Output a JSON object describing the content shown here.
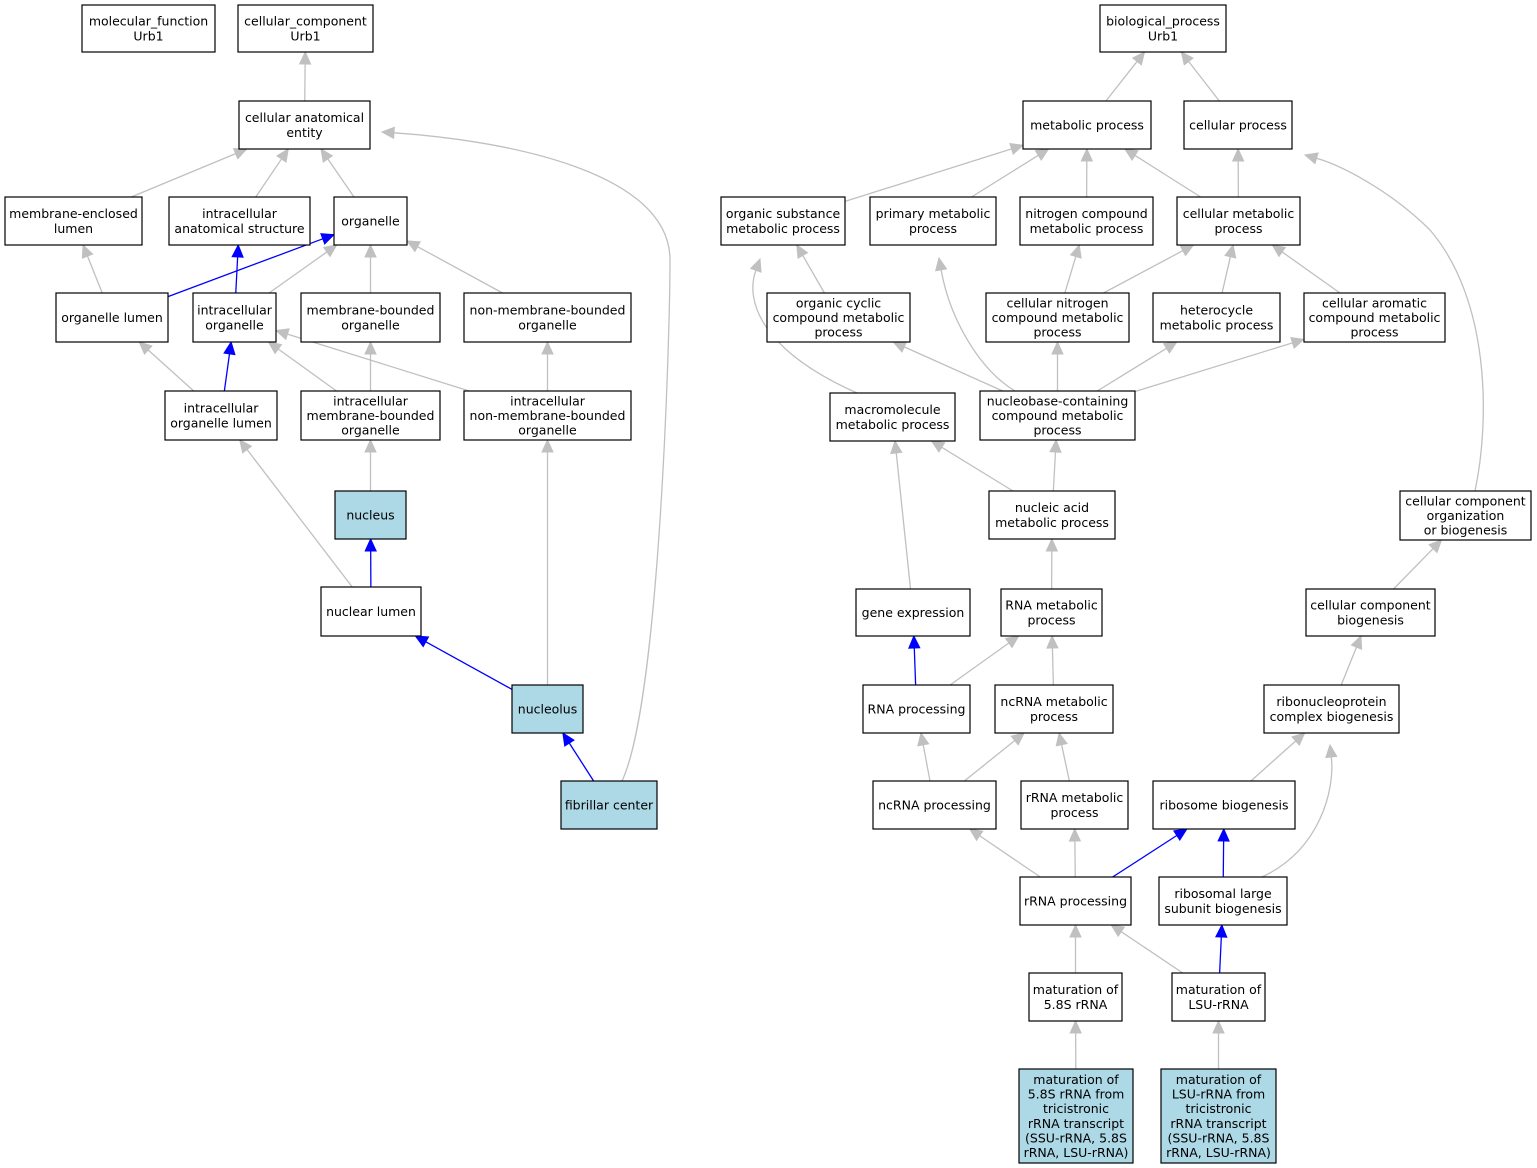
{
  "colors": {
    "node_fill": "#ffffff",
    "highlight_fill": "#add8e6",
    "edge_gray": "#c0c0c0",
    "edge_blue": "#0000ff",
    "border": "#000000"
  },
  "nodes": [
    {
      "id": "mf_root",
      "lines": [
        "molecular_function",
        "Urb1"
      ],
      "highlight": false
    },
    {
      "id": "cc_root",
      "lines": [
        "cellular_component",
        "Urb1"
      ],
      "highlight": false
    },
    {
      "id": "bp_root",
      "lines": [
        "biological_process",
        "Urb1"
      ],
      "highlight": false
    },
    {
      "id": "cae",
      "lines": [
        "cellular anatomical",
        "entity"
      ],
      "highlight": false
    },
    {
      "id": "mel",
      "lines": [
        "membrane-enclosed",
        "lumen"
      ],
      "highlight": false
    },
    {
      "id": "ias",
      "lines": [
        "intracellular",
        "anatomical structure"
      ],
      "highlight": false
    },
    {
      "id": "org",
      "lines": [
        "organelle"
      ],
      "highlight": false
    },
    {
      "id": "orgl",
      "lines": [
        "organelle lumen"
      ],
      "highlight": false
    },
    {
      "id": "io",
      "lines": [
        "intracellular",
        "organelle"
      ],
      "highlight": false
    },
    {
      "id": "mbo",
      "lines": [
        "membrane-bounded",
        "organelle"
      ],
      "highlight": false
    },
    {
      "id": "nmbo",
      "lines": [
        "non-membrane-bounded",
        "organelle"
      ],
      "highlight": false
    },
    {
      "id": "iol",
      "lines": [
        "intracellular",
        "organelle lumen"
      ],
      "highlight": false
    },
    {
      "id": "imbo",
      "lines": [
        "intracellular",
        "membrane-bounded",
        "organelle"
      ],
      "highlight": false
    },
    {
      "id": "inmbo",
      "lines": [
        "intracellular",
        "non-membrane-bounded",
        "organelle"
      ],
      "highlight": false
    },
    {
      "id": "nucleus",
      "lines": [
        "nucleus"
      ],
      "highlight": true
    },
    {
      "id": "nlumen",
      "lines": [
        "nuclear lumen"
      ],
      "highlight": false
    },
    {
      "id": "nucleolus",
      "lines": [
        "nucleolus"
      ],
      "highlight": true
    },
    {
      "id": "fc",
      "lines": [
        "fibrillar center"
      ],
      "highlight": true
    },
    {
      "id": "mp",
      "lines": [
        "metabolic process"
      ],
      "highlight": false
    },
    {
      "id": "cp",
      "lines": [
        "cellular process"
      ],
      "highlight": false
    },
    {
      "id": "osmp",
      "lines": [
        "organic substance",
        "metabolic process"
      ],
      "highlight": false
    },
    {
      "id": "pmp",
      "lines": [
        "primary metabolic",
        "process"
      ],
      "highlight": false
    },
    {
      "id": "ncmp",
      "lines": [
        "nitrogen compound",
        "metabolic process"
      ],
      "highlight": false
    },
    {
      "id": "cmp",
      "lines": [
        "cellular metabolic",
        "process"
      ],
      "highlight": false
    },
    {
      "id": "occmp",
      "lines": [
        "organic cyclic",
        "compound metabolic",
        "process"
      ],
      "highlight": false
    },
    {
      "id": "cncmp",
      "lines": [
        "cellular nitrogen",
        "compound metabolic",
        "process"
      ],
      "highlight": false
    },
    {
      "id": "hmp",
      "lines": [
        "heterocycle",
        "metabolic process"
      ],
      "highlight": false
    },
    {
      "id": "cacmp",
      "lines": [
        "cellular aromatic",
        "compound metabolic",
        "process"
      ],
      "highlight": false
    },
    {
      "id": "mmp",
      "lines": [
        "macromolecule",
        "metabolic process"
      ],
      "highlight": false
    },
    {
      "id": "nbccmp",
      "lines": [
        "nucleobase-containing",
        "compound metabolic",
        "process"
      ],
      "highlight": false
    },
    {
      "id": "namp",
      "lines": [
        "nucleic acid",
        "metabolic process"
      ],
      "highlight": false
    },
    {
      "id": "ccob",
      "lines": [
        "cellular component",
        "organization",
        "or biogenesis"
      ],
      "highlight": false
    },
    {
      "id": "ge",
      "lines": [
        "gene expression"
      ],
      "highlight": false
    },
    {
      "id": "rnamp",
      "lines": [
        "RNA metabolic",
        "process"
      ],
      "highlight": false
    },
    {
      "id": "ccb",
      "lines": [
        "cellular component",
        "biogenesis"
      ],
      "highlight": false
    },
    {
      "id": "rnap",
      "lines": [
        "RNA processing"
      ],
      "highlight": false
    },
    {
      "id": "ncrnamp",
      "lines": [
        "ncRNA metabolic",
        "process"
      ],
      "highlight": false
    },
    {
      "id": "rnpcb",
      "lines": [
        "ribonucleoprotein",
        "complex biogenesis"
      ],
      "highlight": false
    },
    {
      "id": "ncrnap",
      "lines": [
        "ncRNA processing"
      ],
      "highlight": false
    },
    {
      "id": "rrnamp",
      "lines": [
        "rRNA metabolic",
        "process"
      ],
      "highlight": false
    },
    {
      "id": "rb",
      "lines": [
        "ribosome biogenesis"
      ],
      "highlight": false
    },
    {
      "id": "rrnap",
      "lines": [
        "rRNA processing"
      ],
      "highlight": false
    },
    {
      "id": "rlsb",
      "lines": [
        "ribosomal large",
        "subunit biogenesis"
      ],
      "highlight": false
    },
    {
      "id": "m58s",
      "lines": [
        "maturation of",
        "5.8S rRNA"
      ],
      "highlight": false
    },
    {
      "id": "mlsu",
      "lines": [
        "maturation of",
        "LSU-rRNA"
      ],
      "highlight": false
    },
    {
      "id": "m58s_t",
      "lines": [
        "maturation of",
        "5.8S rRNA from",
        "tricistronic",
        "rRNA transcript",
        "(SSU-rRNA, 5.8S",
        "rRNA, LSU-rRNA)"
      ],
      "highlight": true
    },
    {
      "id": "mlsu_t",
      "lines": [
        "maturation of",
        "LSU-rRNA from",
        "tricistronic",
        "rRNA transcript",
        "(SSU-rRNA, 5.8S",
        "rRNA, LSU-rRNA)"
      ],
      "highlight": true
    }
  ],
  "edges": [
    {
      "from": "cae",
      "to": "cc_root",
      "color": "gray"
    },
    {
      "from": "mel",
      "to": "cae",
      "color": "gray"
    },
    {
      "from": "ias",
      "to": "cae",
      "color": "gray"
    },
    {
      "from": "org",
      "to": "cae",
      "color": "gray"
    },
    {
      "from": "fc",
      "to": "cae",
      "color": "gray"
    },
    {
      "from": "orgl",
      "to": "mel",
      "color": "gray"
    },
    {
      "from": "orgl",
      "to": "org",
      "color": "blue"
    },
    {
      "from": "io",
      "to": "ias",
      "color": "blue"
    },
    {
      "from": "io",
      "to": "org",
      "color": "gray"
    },
    {
      "from": "mbo",
      "to": "org",
      "color": "gray"
    },
    {
      "from": "nmbo",
      "to": "org",
      "color": "gray"
    },
    {
      "from": "iol",
      "to": "orgl",
      "color": "gray"
    },
    {
      "from": "iol",
      "to": "io",
      "color": "blue"
    },
    {
      "from": "imbo",
      "to": "io",
      "color": "gray"
    },
    {
      "from": "imbo",
      "to": "mbo",
      "color": "gray"
    },
    {
      "from": "inmbo",
      "to": "io",
      "color": "gray"
    },
    {
      "from": "inmbo",
      "to": "nmbo",
      "color": "gray"
    },
    {
      "from": "nucleus",
      "to": "imbo",
      "color": "gray"
    },
    {
      "from": "nlumen",
      "to": "iol",
      "color": "gray"
    },
    {
      "from": "nlumen",
      "to": "nucleus",
      "color": "blue"
    },
    {
      "from": "nucleolus",
      "to": "nlumen",
      "color": "blue"
    },
    {
      "from": "nucleolus",
      "to": "inmbo",
      "color": "gray"
    },
    {
      "from": "fc",
      "to": "nucleolus",
      "color": "blue"
    },
    {
      "from": "mp",
      "to": "bp_root",
      "color": "gray"
    },
    {
      "from": "cp",
      "to": "bp_root",
      "color": "gray"
    },
    {
      "from": "osmp",
      "to": "mp",
      "color": "gray"
    },
    {
      "from": "pmp",
      "to": "mp",
      "color": "gray"
    },
    {
      "from": "ncmp",
      "to": "mp",
      "color": "gray"
    },
    {
      "from": "cmp",
      "to": "mp",
      "color": "gray"
    },
    {
      "from": "cmp",
      "to": "cp",
      "color": "gray"
    },
    {
      "from": "ccob",
      "to": "cp",
      "color": "gray"
    },
    {
      "from": "occmp",
      "to": "osmp",
      "color": "gray"
    },
    {
      "from": "cncmp",
      "to": "ncmp",
      "color": "gray"
    },
    {
      "from": "cncmp",
      "to": "cmp",
      "color": "gray"
    },
    {
      "from": "hmp",
      "to": "cmp",
      "color": "gray"
    },
    {
      "from": "cacmp",
      "to": "cmp",
      "color": "gray"
    },
    {
      "from": "mmp",
      "to": "osmp",
      "color": "gray"
    },
    {
      "from": "nbccmp",
      "to": "pmp",
      "color": "gray"
    },
    {
      "from": "nbccmp",
      "to": "occmp",
      "color": "gray"
    },
    {
      "from": "nbccmp",
      "to": "cncmp",
      "color": "gray"
    },
    {
      "from": "nbccmp",
      "to": "hmp",
      "color": "gray"
    },
    {
      "from": "nbccmp",
      "to": "cacmp",
      "color": "gray"
    },
    {
      "from": "namp",
      "to": "mmp",
      "color": "gray"
    },
    {
      "from": "namp",
      "to": "nbccmp",
      "color": "gray"
    },
    {
      "from": "ge",
      "to": "mmp",
      "color": "gray"
    },
    {
      "from": "rnamp",
      "to": "namp",
      "color": "gray"
    },
    {
      "from": "ccb",
      "to": "ccob",
      "color": "gray"
    },
    {
      "from": "rnap",
      "to": "ge",
      "color": "blue"
    },
    {
      "from": "rnap",
      "to": "rnamp",
      "color": "gray"
    },
    {
      "from": "ncrnamp",
      "to": "rnamp",
      "color": "gray"
    },
    {
      "from": "rnpcb",
      "to": "ccb",
      "color": "gray"
    },
    {
      "from": "ncrnap",
      "to": "rnap",
      "color": "gray"
    },
    {
      "from": "ncrnap",
      "to": "ncrnamp",
      "color": "gray"
    },
    {
      "from": "rrnamp",
      "to": "ncrnamp",
      "color": "gray"
    },
    {
      "from": "rb",
      "to": "rnpcb",
      "color": "gray"
    },
    {
      "from": "rrnap",
      "to": "ncrnap",
      "color": "gray"
    },
    {
      "from": "rrnap",
      "to": "rrnamp",
      "color": "gray"
    },
    {
      "from": "rrnap",
      "to": "rb",
      "color": "blue"
    },
    {
      "from": "rlsb",
      "to": "rb",
      "color": "blue"
    },
    {
      "from": "rlsb",
      "to": "rnpcb",
      "color": "gray"
    },
    {
      "from": "m58s",
      "to": "rrnap",
      "color": "gray"
    },
    {
      "from": "mlsu",
      "to": "rrnap",
      "color": "gray"
    },
    {
      "from": "mlsu",
      "to": "rlsb",
      "color": "blue"
    },
    {
      "from": "m58s_t",
      "to": "m58s",
      "color": "gray"
    },
    {
      "from": "mlsu_t",
      "to": "mlsu",
      "color": "gray"
    }
  ]
}
